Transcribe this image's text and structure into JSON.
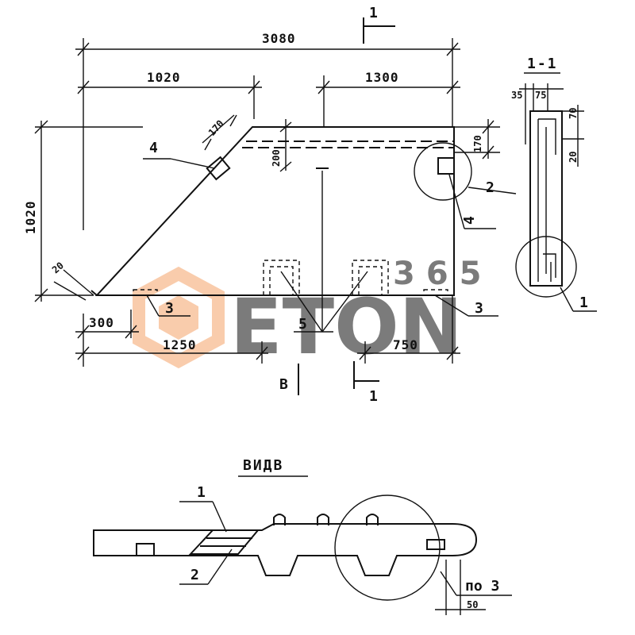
{
  "section_mark": "1",
  "section_title": "1-1",
  "view_mark": "В",
  "view_title": "ВИДВ",
  "dimensions": {
    "overall_length": "3080",
    "top_left_length": "1020",
    "top_right_length": "1300",
    "height": "1020",
    "slope_offset": "170",
    "bevel": "20",
    "right_notch": "170",
    "inner_offset": "200",
    "bottom_left": "300",
    "bottom_mid": "1250",
    "bottom_right": "750",
    "section_a": "35",
    "section_b": "75",
    "section_c": "70",
    "section_d": "20",
    "view_note": "по 3",
    "view_dim": "50"
  },
  "callouts": {
    "c4_left": "4",
    "c2_right": "2",
    "c4_right": "4",
    "c3_left": "3",
    "c5": "5",
    "c3_right": "3",
    "c1_section": "1",
    "c1_view": "1",
    "c2_view": "2"
  },
  "watermark": {
    "brand": "ETON",
    "number": "365",
    "accent_color": "#f5a46a",
    "main_color": "#9a9a9a"
  }
}
